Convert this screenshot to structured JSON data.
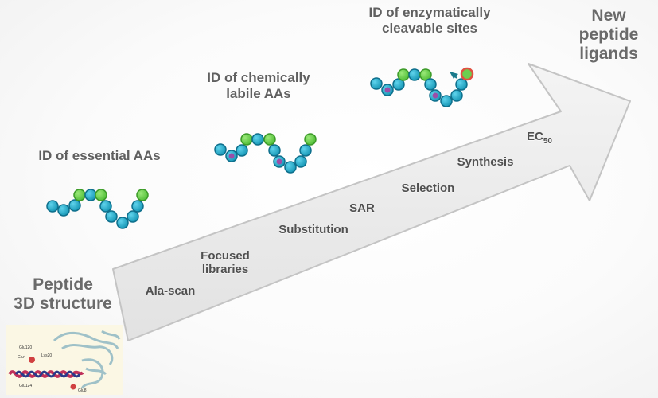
{
  "start": {
    "line1": "Peptide",
    "line2": "3D structure"
  },
  "end": {
    "line1": "New",
    "line2": "peptide",
    "line3": "ligands"
  },
  "stages": {
    "essential": "ID of essential AAs",
    "chemical": {
      "line1": "ID of chemically",
      "line2": "labile AAs"
    },
    "enzymatic": {
      "line1": "ID of enzymatically",
      "line2": "cleavable sites"
    }
  },
  "steps": {
    "ala_scan": "Ala-scan",
    "focused": {
      "line1": "Focused",
      "line2": "libraries"
    },
    "substitution": "Substitution",
    "sar": "SAR",
    "selection": "Selection",
    "synthesis": "Synthesis",
    "ec50": {
      "base": "EC",
      "sub": "50"
    }
  },
  "structure_labels": [
    "Glu120",
    "Glu4",
    "Lys20",
    "Glu124",
    "Glu8"
  ],
  "colors": {
    "arrow_fill": "#ececec",
    "arrow_stroke": "#c9c9c9",
    "bead_teal": "#1aa9c9",
    "bead_teal_edge": "#0e6f8c",
    "bead_green": "#6ccf4f",
    "bead_purple": "#9a4fa8",
    "cleave_red": "#e05040",
    "helix_red": "#c0305a",
    "helix_blue": "#2a3a8a"
  }
}
